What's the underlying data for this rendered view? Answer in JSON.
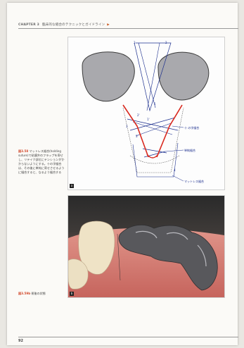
{
  "header": {
    "chapter": "CHAPTER 3",
    "title": "臨床的な縫合のテクニックとガイドライン",
    "marker": "▶"
  },
  "figure_a": {
    "tag": "a",
    "numbers": [
      "3",
      "2",
      "1",
      "1'",
      "2'",
      "3'",
      "3",
      "4"
    ],
    "labels": {
      "cross": "十 の字縫合",
      "interrupted": "単純縫合",
      "mattress": "マットレス縫合"
    }
  },
  "figure_b": {
    "tag": "b"
  },
  "caption_a": {
    "fig": "図3.58",
    "text": "マットレス縫合(holding suture)で粘膜弁のフラップを寄せし、リテイク部位にテンションがかからないようにする。十の字縫合は、その後に単純に寄せさせるように縫合すると、なるよう縫合する"
  },
  "caption_b": {
    "fig": "図3.59b",
    "text": "術後の状態"
  },
  "page_number": "92",
  "colors": {
    "suture_blue": "#1c2f8e",
    "suture_red": "#d9281e",
    "caption_accent": "#d2492c"
  }
}
